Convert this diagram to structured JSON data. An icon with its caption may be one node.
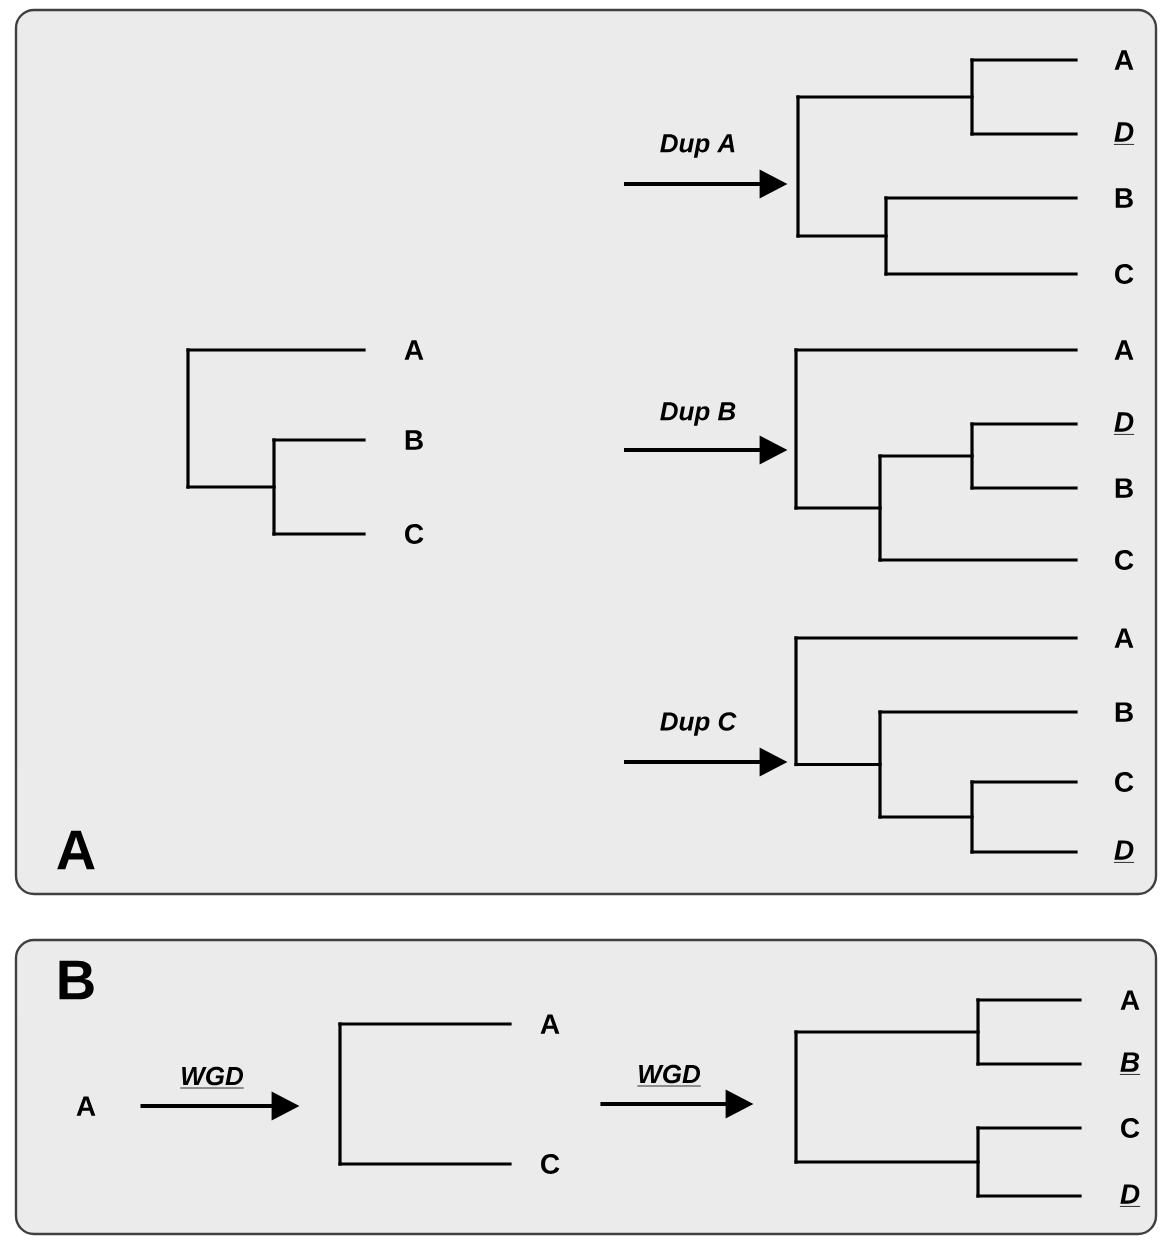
{
  "diagram": {
    "nodes": [
      {
        "text": [
          "A"
        ]
      },
      {
        "text": [
          "A",
          "B",
          "C"
        ],
        "in": 0
      },
      {
        "text": [
          "A",
          "D",
          "B",
          "C"
        ],
        "in": 0
      },
      {
        "text": [
          "A",
          "D",
          "B",
          "C"
        ],
        "in": 0
      },
      {
        "text": [
          "A",
          "B",
          "C",
          "D"
        ],
        "in": 0
      },
      {
        "text": [
          "B"
        ]
      },
      {
        "text": [
          "A"
        ],
        "in": 5
      },
      {
        "text": [
          "A",
          "C"
        ],
        "in": 5
      },
      {
        "text": [
          "A",
          "B",
          "C",
          "D"
        ],
        "in": 5
      }
    ],
    "edges": [
      {
        "from": null,
        "to": 2,
        "arrow": "to",
        "label": "Dup A"
      },
      {
        "from": null,
        "to": 3,
        "arrow": "to",
        "label": "Dup B"
      },
      {
        "from": null,
        "to": 4,
        "arrow": "to",
        "label": "Dup C"
      },
      {
        "from": 6,
        "to": 7,
        "arrow": "to",
        "label": "WGD"
      },
      {
        "from": 7,
        "to": 8,
        "arrow": "to",
        "label": "WGD"
      }
    ]
  }
}
